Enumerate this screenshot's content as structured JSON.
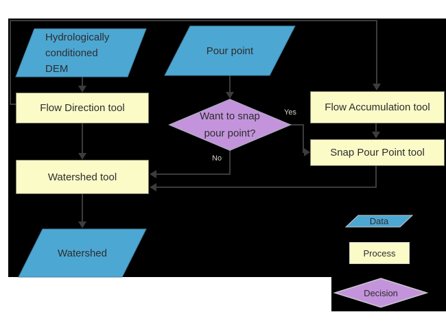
{
  "flowchart": {
    "nodes": {
      "dem": {
        "label": "Hydrologically\nconditioned\nDEM",
        "type": "data"
      },
      "pour_point": {
        "label": "Pour point",
        "type": "data"
      },
      "flow_direction": {
        "label": "Flow Direction tool",
        "type": "process"
      },
      "flow_accumulation": {
        "label": "Flow Accumulation tool",
        "type": "process"
      },
      "snap_pour_point": {
        "label": "Snap Pour Point tool",
        "type": "process"
      },
      "decision": {
        "label": "Want to snap\npour point?",
        "type": "decision"
      },
      "watershed_tool": {
        "label": "Watershed tool",
        "type": "process"
      },
      "watershed": {
        "label": "Watershed",
        "type": "data"
      }
    },
    "edge_labels": {
      "yes": "Yes",
      "no": "No"
    },
    "legend": {
      "data": "Data",
      "process": "Process",
      "decision": "Decision"
    },
    "colors": {
      "background": "#000000",
      "data_fill": "#4DA7D3",
      "process_fill": "#FBFBC8",
      "decision_fill": "#C394DB",
      "connector": "#3C3C3C",
      "label_text": "#2D2D2D",
      "edge_label_text": "#D6D6C6"
    }
  }
}
